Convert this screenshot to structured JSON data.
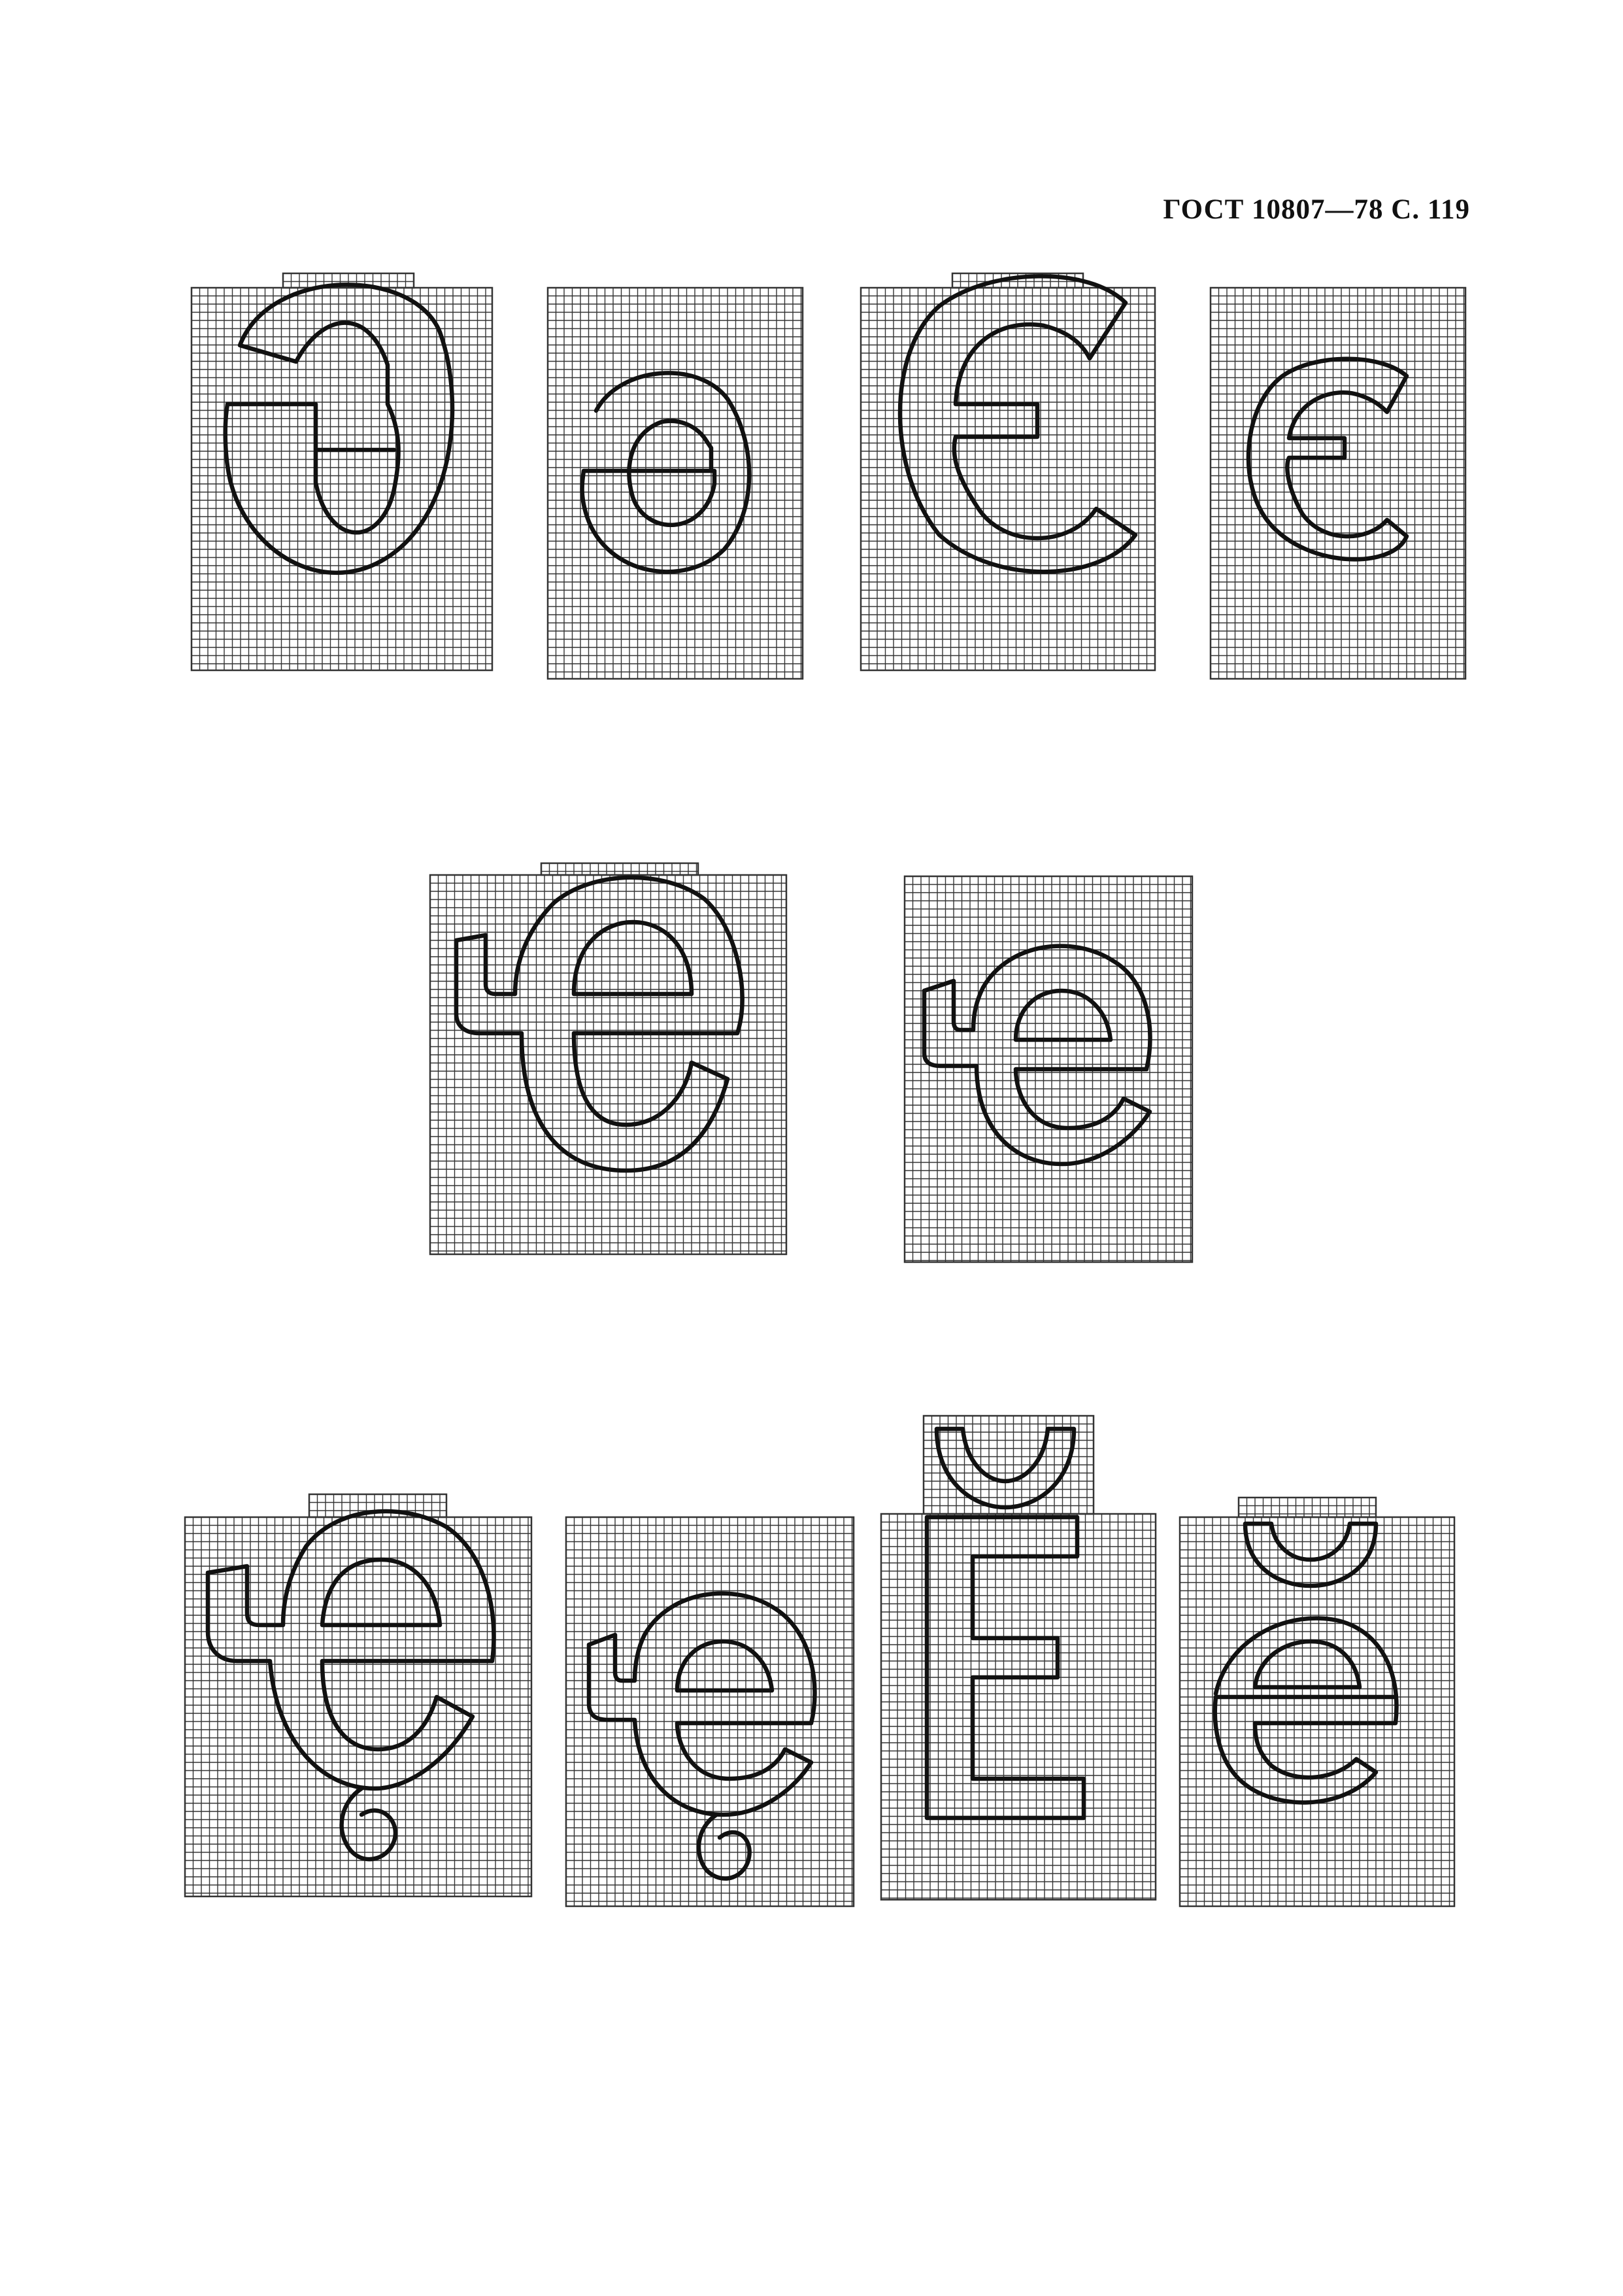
{
  "header": {
    "text": "ГОСТ 10807—78 С. 119"
  },
  "glyphs": [
    {
      "id": "schwa-capital",
      "description": "reversed-e capital"
    },
    {
      "id": "schwa-small",
      "description": "reversed-e small"
    },
    {
      "id": "e-reversed-capital",
      "description": "capital Є variant"
    },
    {
      "id": "e-reversed-small",
      "description": "small є variant"
    },
    {
      "id": "e-hook-capital",
      "description": "capital E with hook"
    },
    {
      "id": "e-hook-small",
      "description": "small e with hook"
    },
    {
      "id": "e-hook-descender-capital",
      "description": "capital with hook and descender"
    },
    {
      "id": "e-hook-descender-small",
      "description": "small with hook and descender"
    },
    {
      "id": "e-breve-capital",
      "description": "capital Ĕ"
    },
    {
      "id": "e-breve-small",
      "description": "small ĕ"
    }
  ],
  "style": {
    "line_color": "#111111",
    "grid_color": "#333333"
  }
}
